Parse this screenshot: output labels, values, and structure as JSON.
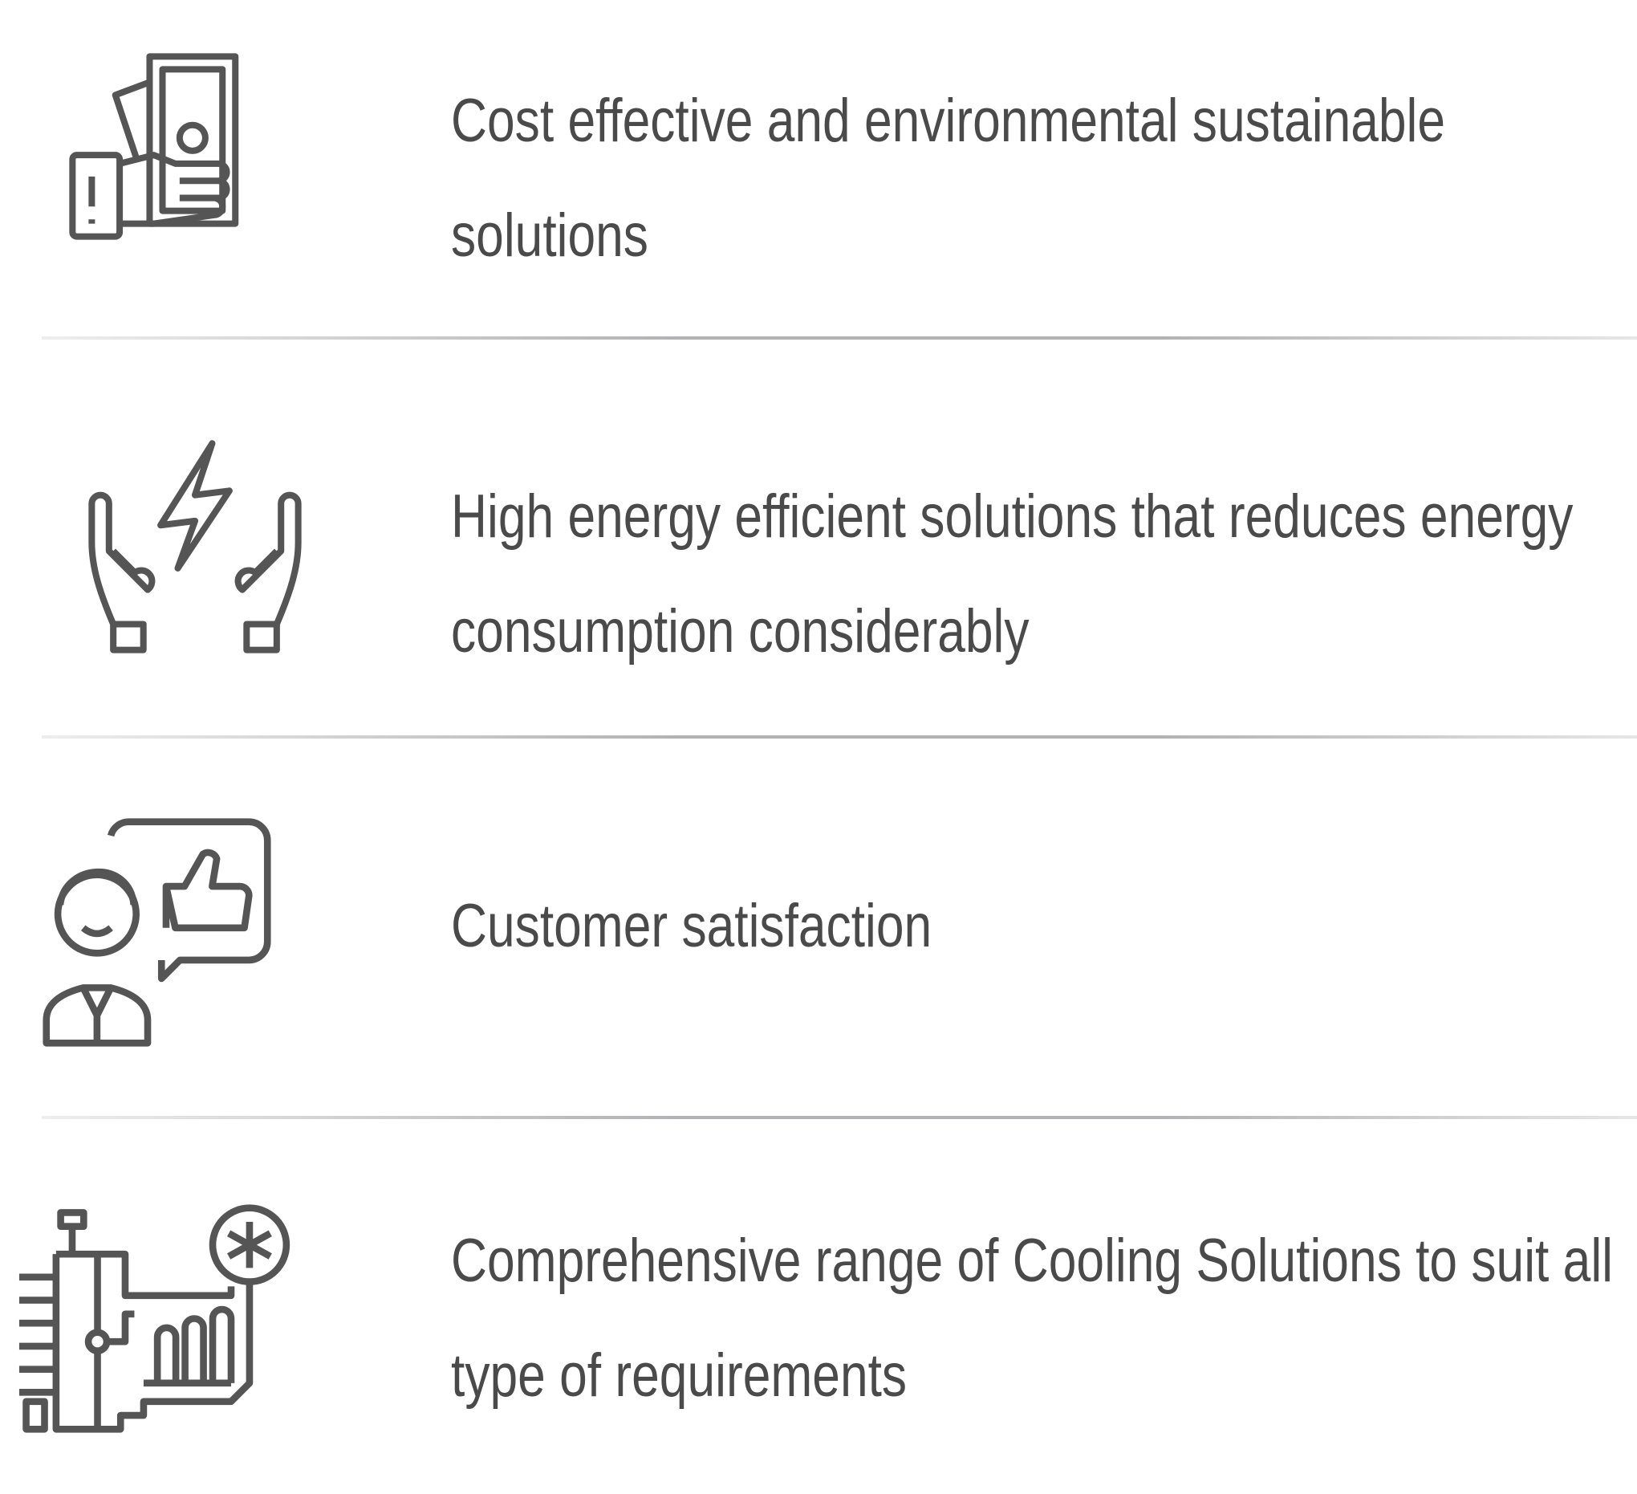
{
  "features": [
    {
      "icon": "money-hand-icon",
      "text": "Cost effective and environmental sustainable solutions"
    },
    {
      "icon": "energy-hands-icon",
      "text": "High energy efficient solutions that reduces energy consumption considerably"
    },
    {
      "icon": "customer-thumbs-up-icon",
      "text": "Customer satisfaction"
    },
    {
      "icon": "cooling-unit-icon",
      "text": "Comprehensive range of Cooling Solutions to suit all type of requirements"
    }
  ],
  "colors": {
    "text": "#4a4a4a",
    "icon": "#555555",
    "divider": "#b2b2b6"
  }
}
